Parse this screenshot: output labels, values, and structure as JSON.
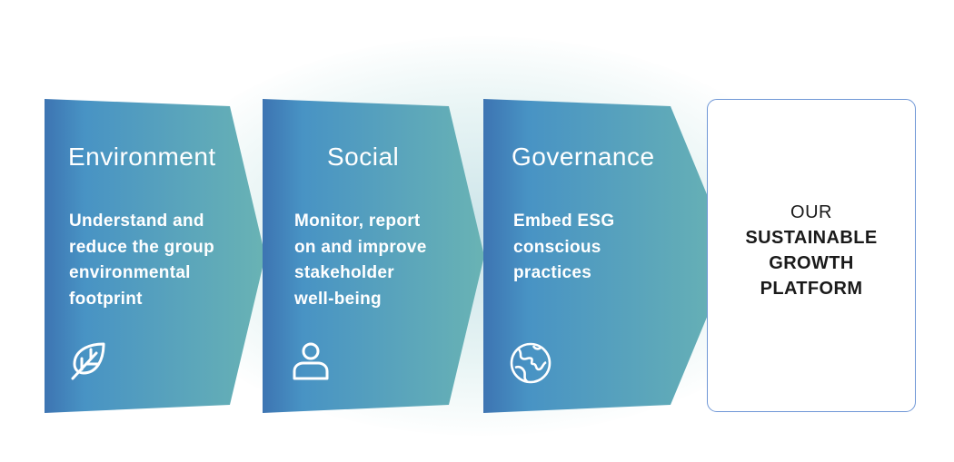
{
  "pillars": [
    {
      "title": "Environment",
      "body": [
        "Understand and",
        "reduce the group",
        "environmental",
        "footprint"
      ],
      "icon": "leaf-icon"
    },
    {
      "title": "Social",
      "body": [
        "Monitor, report",
        "on and improve",
        "stakeholder",
        "well-being"
      ],
      "icon": "person-icon"
    },
    {
      "title": "Governance",
      "body": [
        "Embed ESG",
        "conscious",
        "practices"
      ],
      "icon": "globe-icon"
    }
  ],
  "outcome": {
    "prefix": "OUR",
    "lines": [
      "SUSTAINABLE",
      "GROWTH",
      "PLATFORM"
    ]
  },
  "colors": {
    "gradient_start": "#3d74b2",
    "gradient_mid": "#4893c4",
    "gradient_end": "#69b3b4",
    "outcome_border": "#6f97d6"
  }
}
